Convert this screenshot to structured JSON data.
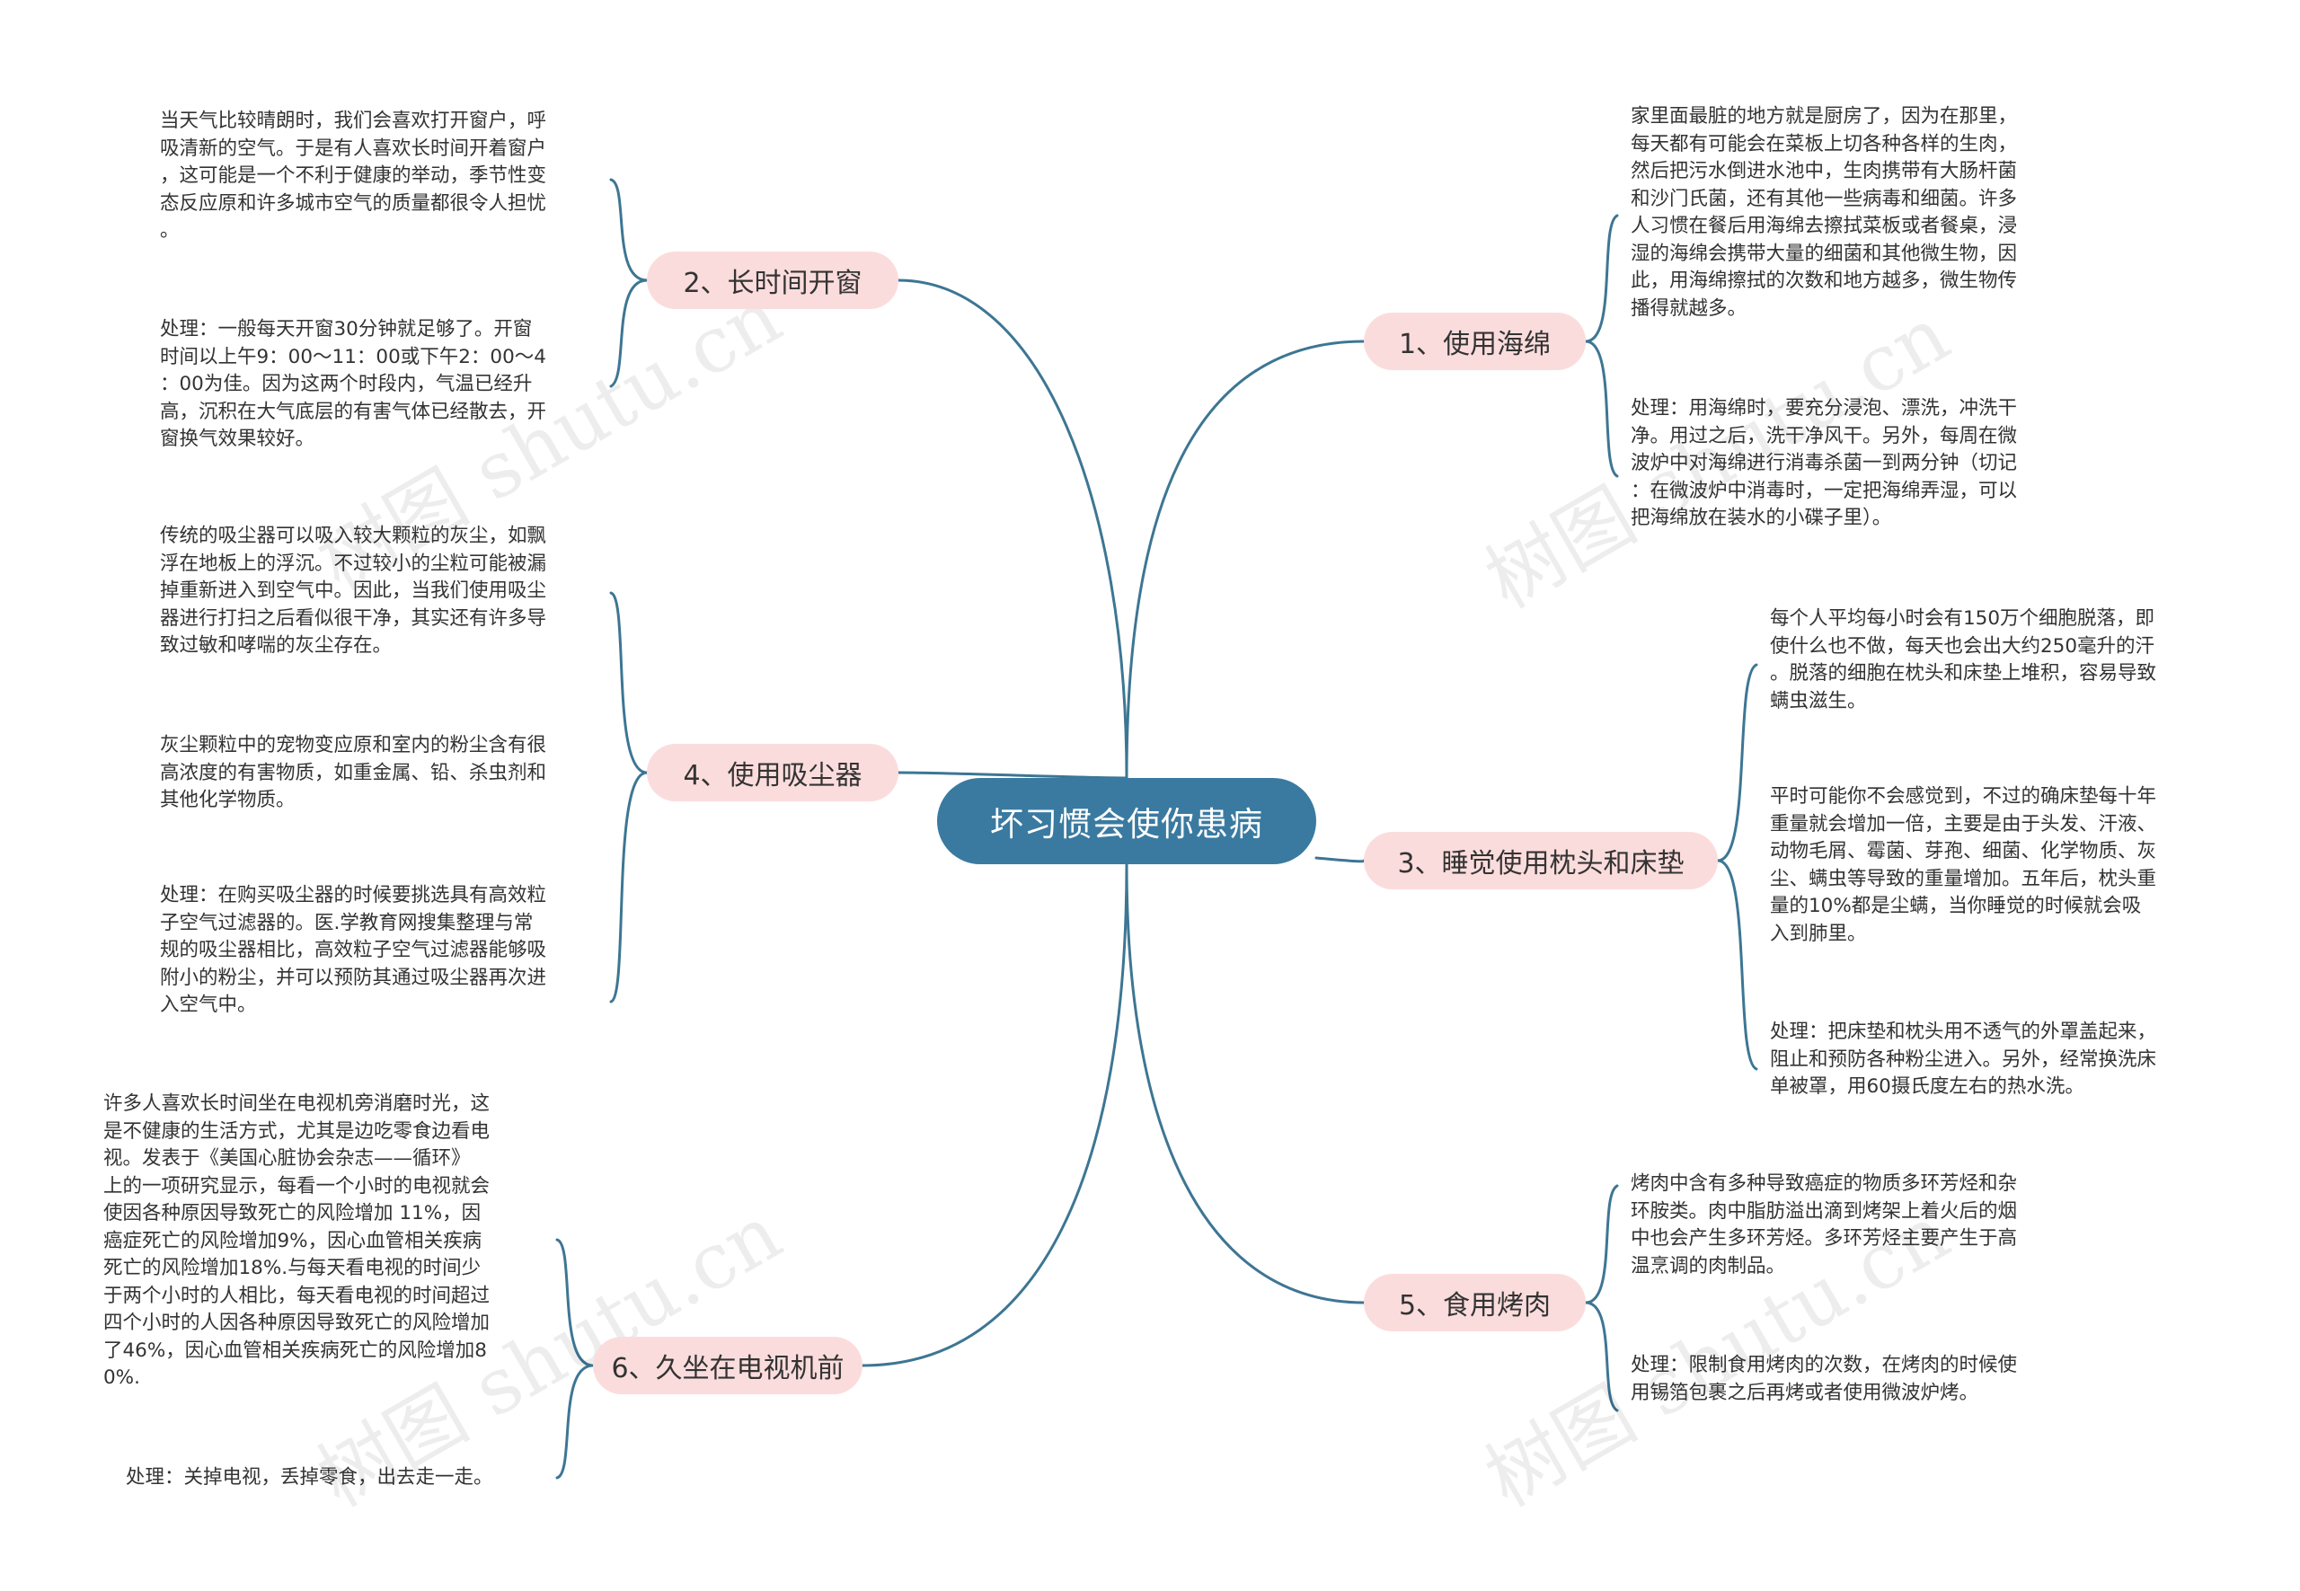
{
  "root": {
    "label": "坏习惯会使你患病"
  },
  "branches": {
    "b1": {
      "label": "1、使用海绵",
      "notes": [
        "家里面最脏的地方就是厨房了，因为在那里，\n每天都有可能会在菜板上切各种各样的生肉，\n然后把污水倒进水池中，生肉携带有大肠杆菌\n和沙门氏菌，还有其他一些病毒和细菌。许多\n人习惯在餐后用海绵去擦拭菜板或者餐桌，浸\n湿的海绵会携带大量的细菌和其他微生物，因\n此，用海绵擦拭的次数和地方越多，微生物传\n播得就越多。",
        "处理：用海绵时，要充分浸泡、漂洗，冲洗干\n净。用过之后，洗干净风干。另外，每周在微\n波炉中对海绵进行消毒杀菌一到两分钟（切记\n：在微波炉中消毒时，一定把海绵弄湿，可以\n把海绵放在装水的小碟子里）。"
      ]
    },
    "b2": {
      "label": "2、长时间开窗",
      "notes": [
        "当天气比较晴朗时，我们会喜欢打开窗户，呼\n吸清新的空气。于是有人喜欢长时间开着窗户\n，这可能是一个不利于健康的举动，季节性变\n态反应原和许多城市空气的质量都很令人担忧\n。",
        "处理：一般每天开窗30分钟就足够了。开窗\n时间以上午9：00～11：00或下午2：00～4\n：00为佳。因为这两个时段内，气温已经升\n高，沉积在大气底层的有害气体已经散去，开\n窗换气效果较好。"
      ]
    },
    "b3": {
      "label": "3、睡觉使用枕头和床垫",
      "notes": [
        "每个人平均每小时会有150万个细胞脱落，即\n使什么也不做，每天也会出大约250毫升的汗\n。脱落的细胞在枕头和床垫上堆积，容易导致\n螨虫滋生。",
        "平时可能你不会感觉到，不过的确床垫每十年\n重量就会增加一倍，主要是由于头发、汗液、\n动物毛屑、霉菌、芽孢、细菌、化学物质、灰\n尘、螨虫等导致的重量增加。五年后，枕头重\n量的10%都是尘螨，当你睡觉的时候就会吸\n入到肺里。",
        "处理：把床垫和枕头用不透气的外罩盖起来，\n阻止和预防各种粉尘进入。另外，经常换洗床\n单被罩，用60摄氏度左右的热水洗。"
      ]
    },
    "b4": {
      "label": "4、使用吸尘器",
      "notes": [
        "传统的吸尘器可以吸入较大颗粒的灰尘，如飘\n浮在地板上的浮沉。不过较小的尘粒可能被漏\n掉重新进入到空气中。因此，当我们使用吸尘\n器进行打扫之后看似很干净，其实还有许多导\n致过敏和哮喘的灰尘存在。",
        "灰尘颗粒中的宠物变应原和室内的粉尘含有很\n高浓度的有害物质，如重金属、铅、杀虫剂和\n其他化学物质。",
        "处理：在购买吸尘器的时候要挑选具有高效粒\n子空气过滤器的。医.学教育网搜集整理与常\n规的吸尘器相比，高效粒子空气过滤器能够吸\n附小的粉尘，并可以预防其通过吸尘器再次进\n入空气中。"
      ]
    },
    "b5": {
      "label": "5、食用烤肉",
      "notes": [
        "烤肉中含有多种导致癌症的物质多环芳烃和杂\n环胺类。肉中脂肪溢出滴到烤架上着火后的烟\n中也会产生多环芳烃。多环芳烃主要产生于高\n温烹调的肉制品。",
        "处理：限制食用烤肉的次数，在烤肉的时候使\n用锡箔包裹之后再烤或者使用微波炉烤。"
      ]
    },
    "b6": {
      "label": "6、久坐在电视机前",
      "notes": [
        "许多人喜欢长时间坐在电视机旁消磨时光，这\n是不健康的生活方式，尤其是边吃零食边看电\n视。发表于《美国心脏协会杂志——循环》\n上的一项研究显示，每看一个小时的电视就会\n使因各种原因导致死亡的风险增加 11%，因\n癌症死亡的风险增加9%，因心血管相关疾病\n死亡的风险增加18%.与每天看电视的时间少\n于两个小时的人相比，每天看电视的时间超过\n四个小时的人因各种原因导致死亡的风险增加\n了46%，因心血管相关疾病死亡的风险增加8\n0%.",
        "处理：关掉电视，丢掉零食，出去走一走。"
      ]
    }
  },
  "watermark": "树图 shutu.cn",
  "colors": {
    "root_bg": "#3a7aa0",
    "topic_bg": "#fbdcdc",
    "link": "#3d7693"
  }
}
